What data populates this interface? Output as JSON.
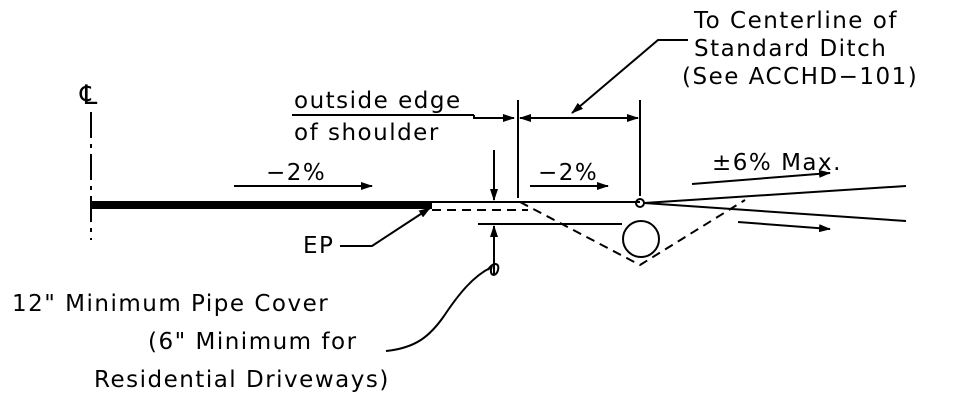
{
  "labels": {
    "centerline_symbol": "℄",
    "ditch_note_line1": "To Centerline of",
    "ditch_note_line2": "Standard Ditch",
    "ditch_note_line3": "(See ACCHD−101)",
    "shoulder_line1": "outside edge",
    "shoulder_line2": "of shoulder",
    "pavement_slope": "−2%",
    "shoulder_slope": "−2%",
    "foreslope": "±6% Max.",
    "ep": "EP",
    "cover_line1": "12\" Minimum Pipe Cover",
    "cover_line2": "(6\" Minimum for",
    "cover_line3": "Residential Driveways)"
  }
}
